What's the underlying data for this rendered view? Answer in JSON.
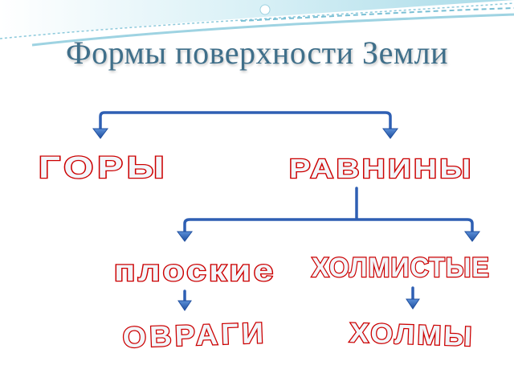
{
  "title": "Формы поверхности Земли",
  "nodes": {
    "gory": "ГОРЫ",
    "ravniny": "РАВНИНЫ",
    "ploskie": "плоские",
    "holmistye": "ХОЛМИСТЫЕ",
    "ovragi": "ОВРАГИ",
    "holmy": "ХОЛМЫ"
  },
  "colors": {
    "title": "#3f6f8a",
    "text_outline": "#cc0000",
    "text_fill": "#f2f6fb",
    "arrow": "#2e5fb3",
    "deco": "#bfe3ee"
  }
}
